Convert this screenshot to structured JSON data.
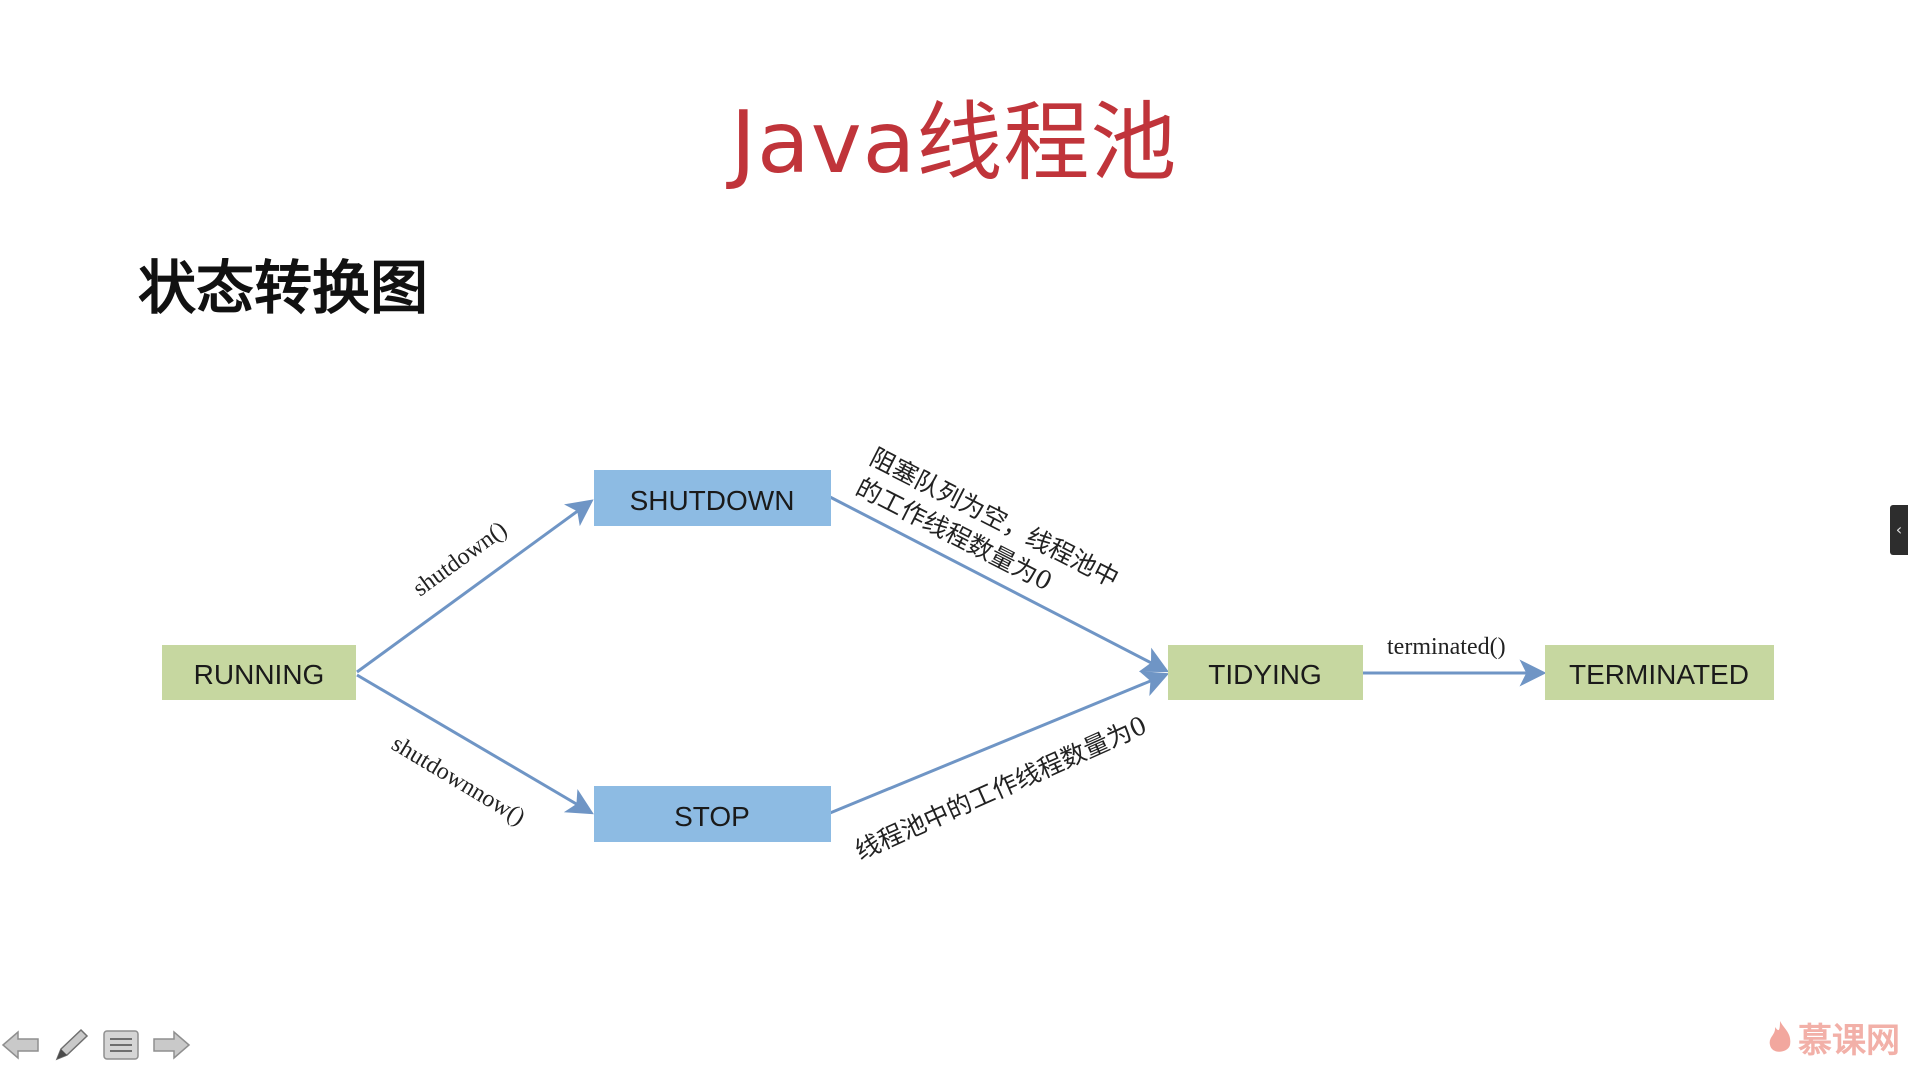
{
  "slide": {
    "title": "Java线程池",
    "subtitle": "状态转换图"
  },
  "diagram": {
    "nodes": {
      "running": "RUNNING",
      "shutdown": "SHUTDOWN",
      "stop": "STOP",
      "tidying": "TIDYING",
      "terminated": "TERMINATED"
    },
    "edges": {
      "running_to_shutdown": "shutdown()",
      "running_to_stop": "shutdownnow()",
      "shutdown_to_tidying_line1": "阻塞队列为空，线程池中",
      "shutdown_to_tidying_line2": "的工作线程数量为0",
      "stop_to_tidying": "线程池中的工作线程数量为0",
      "tidying_to_terminated": "terminated()"
    },
    "colors": {
      "state_green": "#c6d7a0",
      "state_blue": "#8dbbe3",
      "arrow": "#6f95c5",
      "title_red": "#c0343a"
    }
  },
  "side_panel": {
    "toggle_glyph": "‹"
  },
  "player": {
    "icons": [
      "arrow-left-icon",
      "pen-icon",
      "menu-icon",
      "arrow-right-icon"
    ]
  },
  "watermark": {
    "text": "慕课网",
    "icon": "flame-icon"
  }
}
